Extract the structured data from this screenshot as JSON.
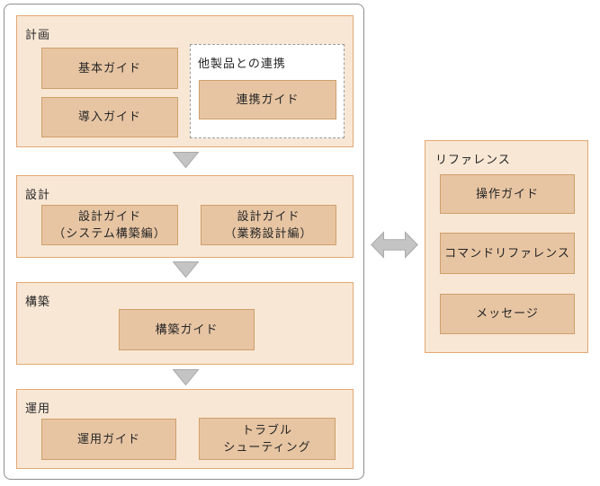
{
  "diagram": {
    "title": "manual-document-map",
    "sections": [
      {
        "label": "計画",
        "buttons": [
          "基本ガイド",
          "導入ガイド"
        ],
        "group": {
          "label": "他製品との連携",
          "buttons": [
            "連携ガイド"
          ]
        }
      },
      {
        "label": "設計",
        "buttons": [
          "設計ガイド\n（システム構築編）",
          "設計ガイド\n（業務設計編）"
        ]
      },
      {
        "label": "構築",
        "buttons": [
          "構築ガイド"
        ]
      },
      {
        "label": "運用",
        "buttons": [
          "運用ガイド",
          "トラブル\nシューティング"
        ]
      }
    ],
    "reference": {
      "label": "リファレンス",
      "buttons": [
        "操作ガイド",
        "コマンドリファレンス",
        "メッセージ"
      ]
    },
    "icons": {
      "down_arrow": "down-triangle",
      "double_arrow": "left-right-arrow"
    },
    "colors": {
      "section_fill": "#F8E7D5",
      "section_border": "#E3A873",
      "button_fill": "#E7C5A3",
      "button_border": "#CFA06A",
      "container_border": "#8E8E8E",
      "arrow_fill": "#C4C4C4",
      "arrow_border": "#A9A9A9",
      "dashed_border": "#9A9A9A",
      "text": "#262626"
    }
  }
}
